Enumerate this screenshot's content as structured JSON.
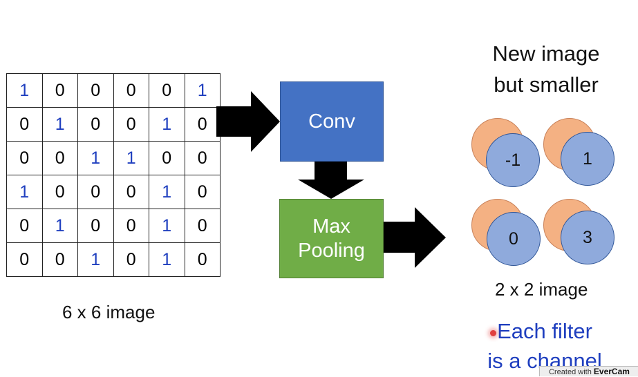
{
  "matrix": {
    "rows": [
      [
        "1",
        "0",
        "0",
        "0",
        "0",
        "1"
      ],
      [
        "0",
        "1",
        "0",
        "0",
        "1",
        "0"
      ],
      [
        "0",
        "0",
        "1",
        "1",
        "0",
        "0"
      ],
      [
        "1",
        "0",
        "0",
        "0",
        "1",
        "0"
      ],
      [
        "0",
        "1",
        "0",
        "0",
        "1",
        "0"
      ],
      [
        "0",
        "0",
        "1",
        "0",
        "1",
        "0"
      ]
    ],
    "caption": "6 x 6 image"
  },
  "conv_label": "Conv",
  "pool_label": [
    "Max",
    "Pooling"
  ],
  "result": {
    "title": [
      "New image",
      "but smaller"
    ],
    "values": [
      "-1",
      "1",
      "0",
      "3"
    ],
    "caption": "2 x 2 image"
  },
  "note": [
    "Each filter",
    "is a channel"
  ],
  "watermark": {
    "prefix": "Created with ",
    "brand": "EverCam"
  },
  "colors": {
    "one_digit": "#1f3fbf",
    "conv_box": "#4472c4",
    "pool_box": "#70ad47",
    "circle_front": "#8faadc",
    "circle_back": "#f4b183",
    "note_text": "#1f3fbf"
  }
}
